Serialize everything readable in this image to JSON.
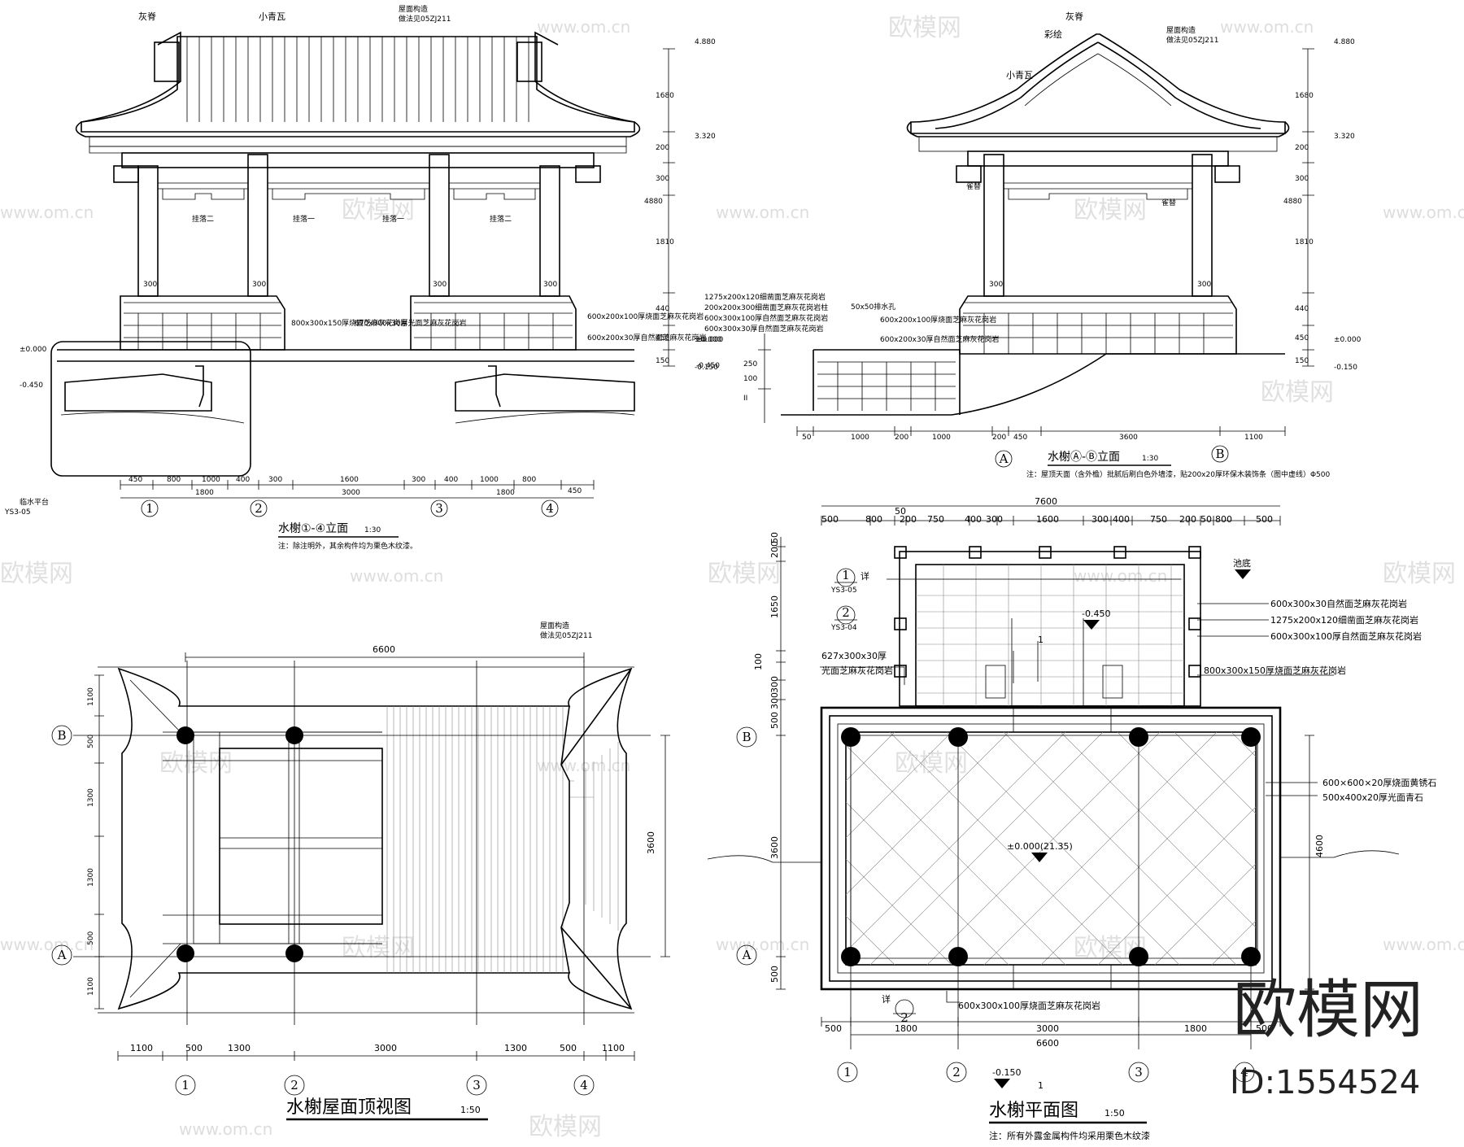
{
  "watermark": {
    "brand": "欧模网",
    "url": "www.om.cn"
  },
  "brand_mark": {
    "name": "欧模网",
    "id": "ID:1554524"
  },
  "panel_front": {
    "title": "水榭①-④立面",
    "scale": "1:30",
    "note": "注：除注明外，其余构件均为栗色木纹漆。",
    "labels": {
      "ridge": "灰脊",
      "tile": "小青瓦",
      "roof": "屋面构造",
      "roof_ref": "做法见05ZJ211",
      "rail1": "挂落一",
      "rail2": "挂落二",
      "stone1": "800x300x150厚烧面芝麻灰花岗岩",
      "stone2": "670x300x30厚光面芝麻灰花岗岩",
      "stone3": "600x200x100厚烧面芝麻灰花岗岩",
      "stone4": "600x200x30厚自然面芝麻灰花岗岩",
      "platform": "临水平台",
      "detail": "YS3-05"
    },
    "levels": [
      "4.880",
      "3.320",
      "±0.000",
      "-0.150"
    ],
    "left_levels": [
      "±0.000",
      "-0.450"
    ],
    "vdims": [
      "1680",
      "200",
      "300",
      "4880",
      "1810",
      "440",
      "450",
      "150"
    ],
    "dims_top": [
      "450",
      "800",
      "1000",
      "400",
      "300",
      "1600",
      "300",
      "400",
      "1000",
      "800",
      "450"
    ],
    "dims_bot": [
      "1800",
      "3000",
      "1800"
    ],
    "axes": [
      "1",
      "2",
      "3",
      "4"
    ],
    "post_dim": "300"
  },
  "panel_side": {
    "title": "水榭Ⓐ-Ⓑ立面",
    "scale": "1:30",
    "note": "注：屋顶天面（含外檐）批腻后刷白色外墙漆，贴200x20厚环保木装饰条（图中虚线）Φ500",
    "labels": {
      "ridge": "灰脊",
      "paint": "彩绘",
      "tile": "小青瓦",
      "roof": "屋面构造",
      "roof_ref": "做法见05ZJ211",
      "brace": "雀替",
      "drain": "50x50排水孔",
      "s1": "1275x200x120细凿面芝麻灰花岗岩",
      "s2": "200x200x300细凿面芝麻灰花岗岩柱",
      "s3": "600x300x100厚自然面芝麻灰花岗岩",
      "s4": "600x300x30厚自然面芝麻灰花岗岩",
      "s5": "600x200x100厚烧面芝麻灰花岗岩",
      "s6": "600x200x30厚自然面芝麻灰花岗岩"
    },
    "levels": [
      "4.880",
      "3.320",
      "±0.000",
      "-0.150"
    ],
    "left_levels": [
      "±0.000",
      "-0.450"
    ],
    "vdims": [
      "1680",
      "200",
      "300",
      "4880",
      "1810",
      "440",
      "450",
      "150"
    ],
    "ldims": [
      "250",
      "100",
      "II"
    ],
    "dims": [
      "50",
      "1000",
      "200",
      "1000",
      "200",
      "450",
      "3600",
      "1100"
    ],
    "axes": [
      "A",
      "B"
    ],
    "post_dim": "300"
  },
  "panel_roof": {
    "title": "水榭屋面顶视图",
    "scale": "1:50",
    "roof_label": "屋面构造",
    "roof_ref": "做法见05ZJ211",
    "top_dim": "6600",
    "right_dim": "3600",
    "vdims": [
      "1100",
      "500",
      "1300",
      "1300",
      "500",
      "1100"
    ],
    "bdims": [
      "1100",
      "500",
      "1300",
      "3000",
      "1300",
      "500",
      "1100"
    ],
    "axes_h": [
      "1",
      "2",
      "3",
      "4"
    ],
    "axes_v": [
      "B",
      "A"
    ]
  },
  "panel_plan": {
    "title": "水榭平面图",
    "scale": "1:50",
    "note": "注：所有外露金属构件均采用栗色木纹漆",
    "top_total": "7600",
    "top_dims": [
      "500",
      "800",
      "50",
      "200",
      "750",
      "400",
      "300",
      "1600",
      "300",
      "400",
      "750",
      "200",
      "50",
      "800",
      "500"
    ],
    "left_dims": [
      "200",
      "50",
      "1650",
      "100",
      "300",
      "300",
      "500",
      "3600",
      "500"
    ],
    "right_dim": "4600",
    "bot_dims": [
      "500",
      "1800",
      "3000",
      "1800",
      "500"
    ],
    "bot_total": "6600",
    "pool": "池底",
    "level_pool": "-0.450",
    "level_floor": "±0.000(21.35)",
    "level_out": "-0.150",
    "mark1": "1",
    "callouts": {
      "c1": "600x300x30自然面芝麻灰花岗岩",
      "c2": "1275x200x120细凿面芝麻灰花岗岩",
      "c3": "600x300x100厚自然面芝麻灰花岗岩",
      "c4": "800x300x150厚烧面芝麻灰花岗岩",
      "c5": "627x300x30厚",
      "c6": "光面芝麻灰花岗岩",
      "c7": "600×600×20厚烧面黄锈石",
      "c8": "500x400x20厚光面青石",
      "c9": "600x300x100厚烧面芝麻灰花岗岩"
    },
    "details": [
      {
        "num": "1",
        "ref": "YS3-05",
        "word": "详"
      },
      {
        "num": "2",
        "ref": "YS3-04",
        "word": ""
      },
      {
        "num": "2",
        "ref": "",
        "word": "详"
      }
    ],
    "axes_h": [
      "1",
      "2",
      "3",
      "4"
    ],
    "axes_v": [
      "B",
      "A"
    ]
  }
}
